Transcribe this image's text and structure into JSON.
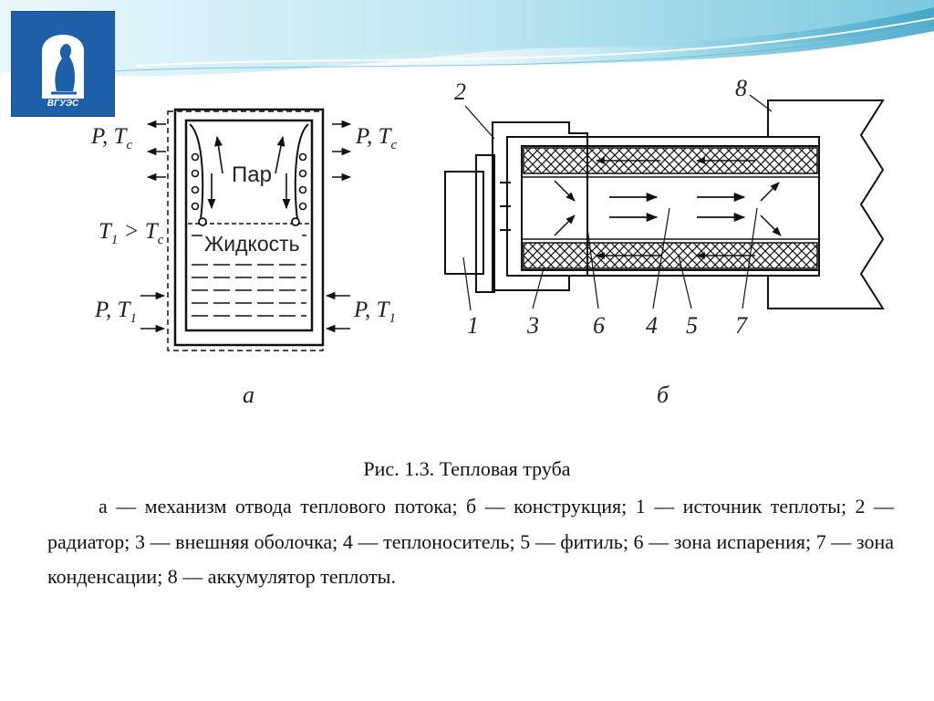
{
  "logo": {
    "text": "ВГУЭС",
    "color": "#1d5fa8"
  },
  "figure": {
    "part_a": {
      "label": "а",
      "top_left": "P, T",
      "top_left_sub": "с",
      "top_right": "P, T",
      "top_right_sub": "с",
      "middle": "T",
      "middle_sub1": "1",
      "middle_rest": " > T",
      "middle_sub2": "с",
      "bottom_left": "P, T",
      "bottom_left_sub": "1",
      "bottom_right": "P, T",
      "bottom_right_sub": "1",
      "vapor": "Пар",
      "liquid": "Жидкость"
    },
    "part_b": {
      "label": "б",
      "callouts": [
        "1",
        "2",
        "3",
        "4",
        "5",
        "6",
        "7",
        "8"
      ]
    }
  },
  "caption": {
    "title": "Рис. 1.3. Тепловая труба",
    "body": "а — механизм отвода теплового потока; б — конструкция; 1 — источник теплоты; 2 — радиатор; 3 — внешняя оболочка; 4 — теплоноситель; 5 — фитиль; 6 — зона испарения; 7 — зона конденсации; 8 — аккумулятор теплоты."
  },
  "colors": {
    "header_wave_light": "#cfeef5",
    "header_wave_mid": "#8fd3e6",
    "header_wave_dark": "#3a9cc0"
  }
}
